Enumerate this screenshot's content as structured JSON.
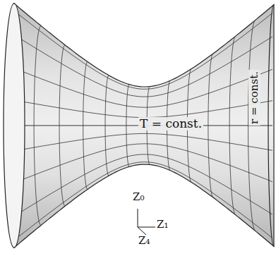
{
  "diagram": {
    "labels": [
      "T = const.",
      "r = const.",
      "Z₀",
      "Z₁",
      "Z₄"
    ]
  }
}
